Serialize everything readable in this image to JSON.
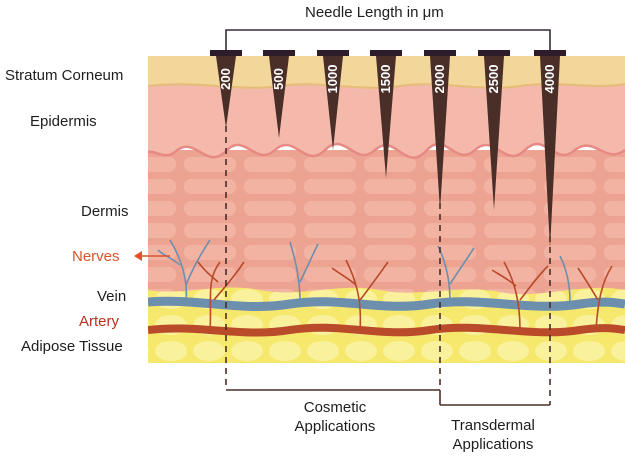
{
  "title": "Needle Length in μm",
  "layers": {
    "stratum_corneum": "Stratum Corneum",
    "epidermis": "Epidermis",
    "dermis": "Dermis",
    "nerves": "Nerves",
    "vein": "Vein",
    "artery": "Artery",
    "adipose": "Adipose Tissue"
  },
  "needles": [
    {
      "label": "200",
      "length_um": 200
    },
    {
      "label": "500",
      "length_um": 500
    },
    {
      "label": "1000",
      "length_um": 1000
    },
    {
      "label": "1500",
      "length_um": 1500
    },
    {
      "label": "2000",
      "length_um": 2000
    },
    {
      "label": "2500",
      "length_um": 2500
    },
    {
      "label": "4000",
      "length_um": 4000
    }
  ],
  "groups": {
    "cosmetic": {
      "line1": "Cosmetic",
      "line2": "Applications"
    },
    "transdermal": {
      "line1": "Transdermal",
      "line2": "Applications"
    }
  },
  "colors": {
    "stratum": "#f3d9a0",
    "epidermis": "#f4b7a7",
    "dermis": "#eea593",
    "adipose": "#f7ec7a",
    "vein": "#6d8fae",
    "artery": "#b94a2a",
    "needle": "#4a2e28",
    "nerve": "#d9542d"
  }
}
